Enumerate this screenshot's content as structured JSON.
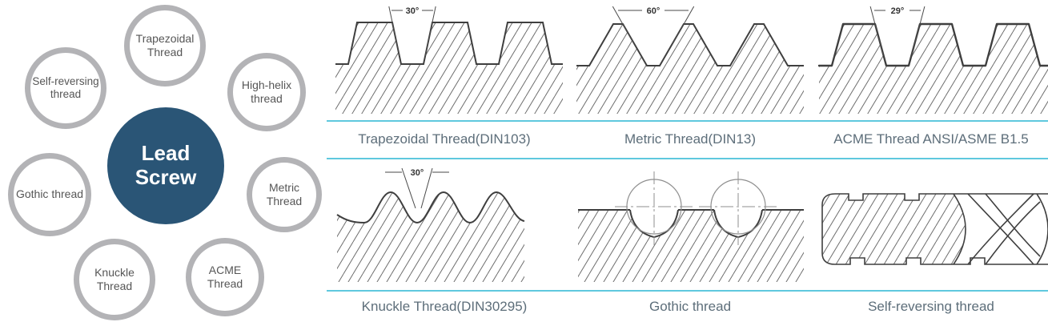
{
  "diagram": {
    "hub": {
      "label": "Lead Screw"
    },
    "satellites": [
      {
        "label": "Trapezoidal Thread"
      },
      {
        "label": "Self-reversing thread"
      },
      {
        "label": "High-helix thread"
      },
      {
        "label": "Gothic thread"
      },
      {
        "label": "Metric Thread"
      },
      {
        "label": "Knuckle Thread"
      },
      {
        "label": "ACME Thread"
      }
    ]
  },
  "panels": [
    {
      "label": "Trapezoidal Thread(DIN103)",
      "angle": "30°"
    },
    {
      "label": "Metric Thread(DIN13)",
      "angle": "60°"
    },
    {
      "label": "ACME Thread ANSI/ASME B1.5",
      "angle": "29°"
    },
    {
      "label": "Knuckle Thread(DIN30295)",
      "angle": "30°"
    },
    {
      "label": "Gothic thread"
    },
    {
      "label": "Self-reversing thread"
    }
  ],
  "colors": {
    "hub_fill": "#2a5576",
    "satellite_ring": "#b3b3b6",
    "divider_line": "#5fc8de",
    "label_text": "#5d6e7a",
    "drawing_line": "#3f3f3f"
  }
}
